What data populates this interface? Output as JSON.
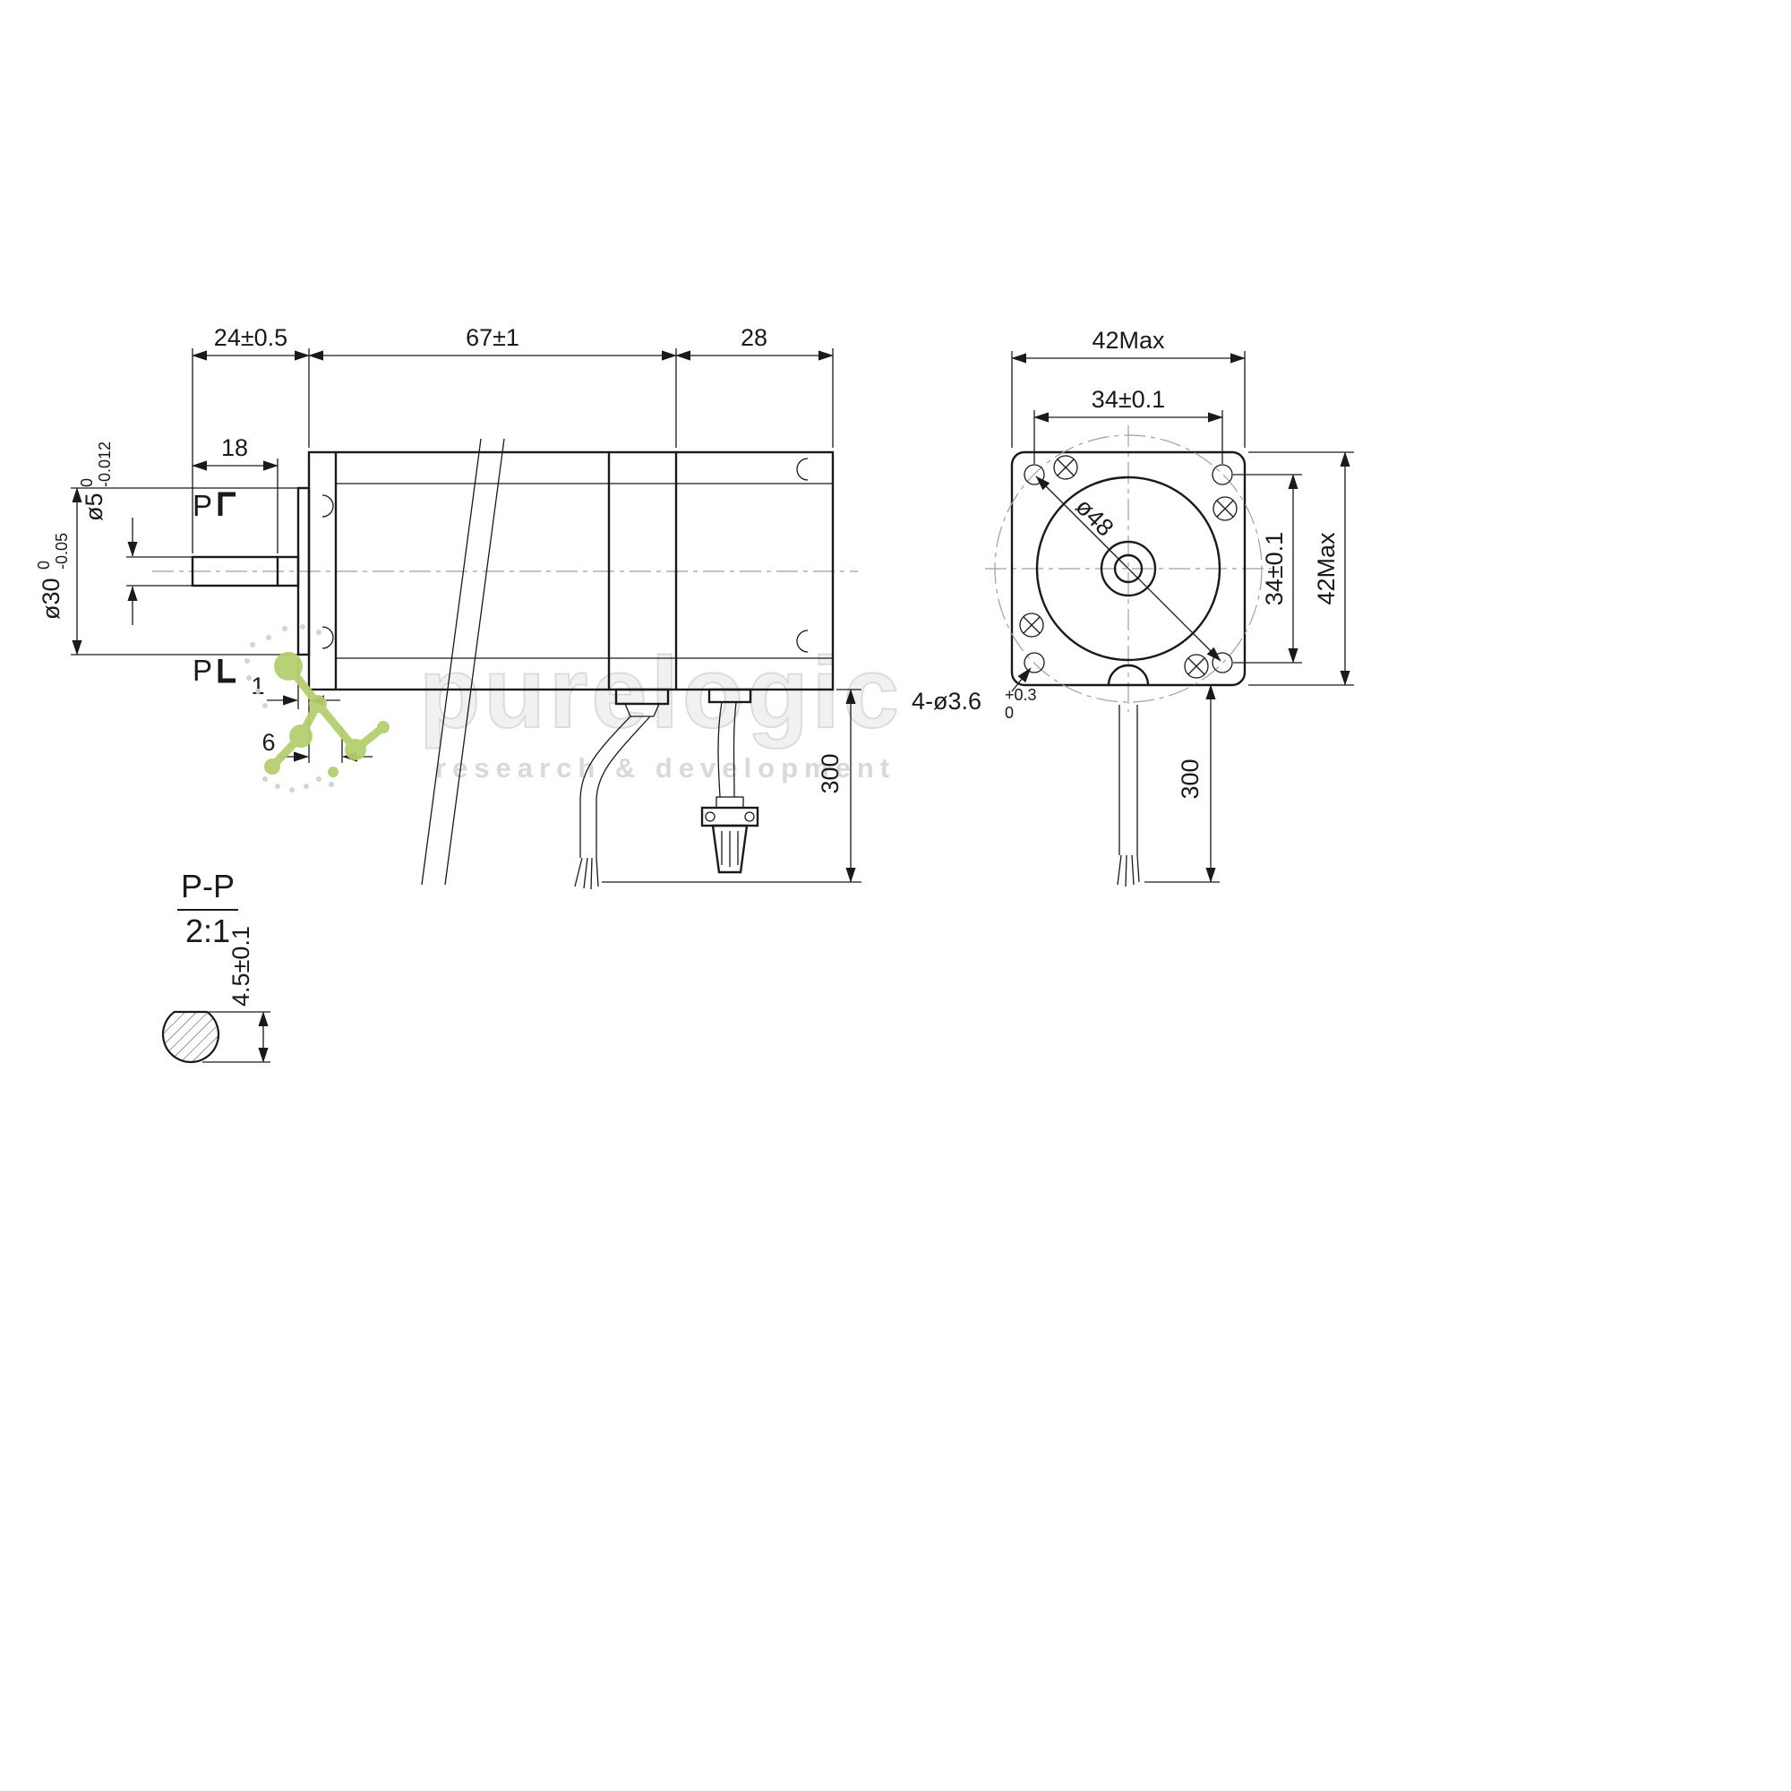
{
  "sheet": {
    "background": "#ffffff",
    "line_color": "#1a1a1a"
  },
  "side_view": {
    "dim_shaft_length": "24±0.5",
    "dim_body_length": "67±1",
    "dim_rear_length": "28",
    "dim_flat_length": "18",
    "dim_shaft_diameter": {
      "base": "ø5",
      "upper": "0",
      "lower": "-0.012"
    },
    "dim_boss_diameter": {
      "base": "ø30",
      "upper": "0",
      "lower": "-0.05"
    },
    "section_mark_top": "P",
    "section_mark_bottom": "P",
    "dim_boss_protrusion": "1",
    "dim_front_step": "6",
    "dim_cable_length": "300"
  },
  "front_view": {
    "dim_width_max": "42Max",
    "dim_hole_spacing_horizontal": "34±0.1",
    "dim_hole_spacing_vertical": "34±0.1",
    "dim_height_max": "42Max",
    "dim_hole_diagonal": "ø48",
    "mounting_holes_note": {
      "base": "4-ø3.6",
      "upper": "+0.3",
      "lower": "0"
    },
    "dim_cable_length": "300"
  },
  "section_view": {
    "label": "P-P",
    "scale": "2:1",
    "dim_across_flat": "4.5±0.1"
  },
  "watermark": {
    "title": "purelogic",
    "subtitle": "research & development",
    "accent_color": "#b5cf6f",
    "text_color": "#e9e9e9"
  }
}
